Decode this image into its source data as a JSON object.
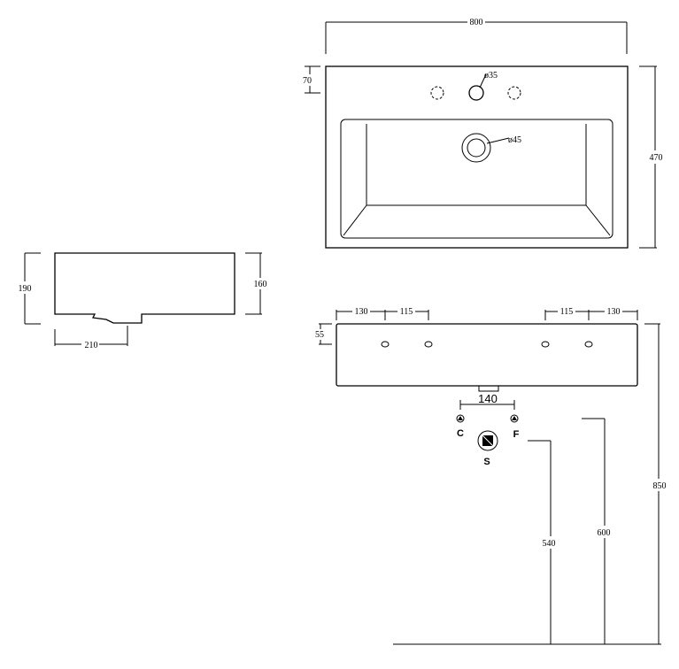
{
  "top_view": {
    "width": "800",
    "depth": "470",
    "tap_offset": "70",
    "tap_hole": "ø35",
    "waste_hole": "ø45"
  },
  "side_view": {
    "height": "190",
    "inner_height": "160",
    "waste_offset": "210"
  },
  "front_view": {
    "left_outer": "130",
    "left_inner": "115",
    "right_inner": "115",
    "right_outer": "130",
    "rim_height": "55",
    "waste_width": "140"
  },
  "connections": {
    "cold": "C",
    "hot": "F",
    "waste": "S"
  },
  "heights": {
    "overall": "850",
    "cold_hot": "600",
    "waste": "540"
  }
}
